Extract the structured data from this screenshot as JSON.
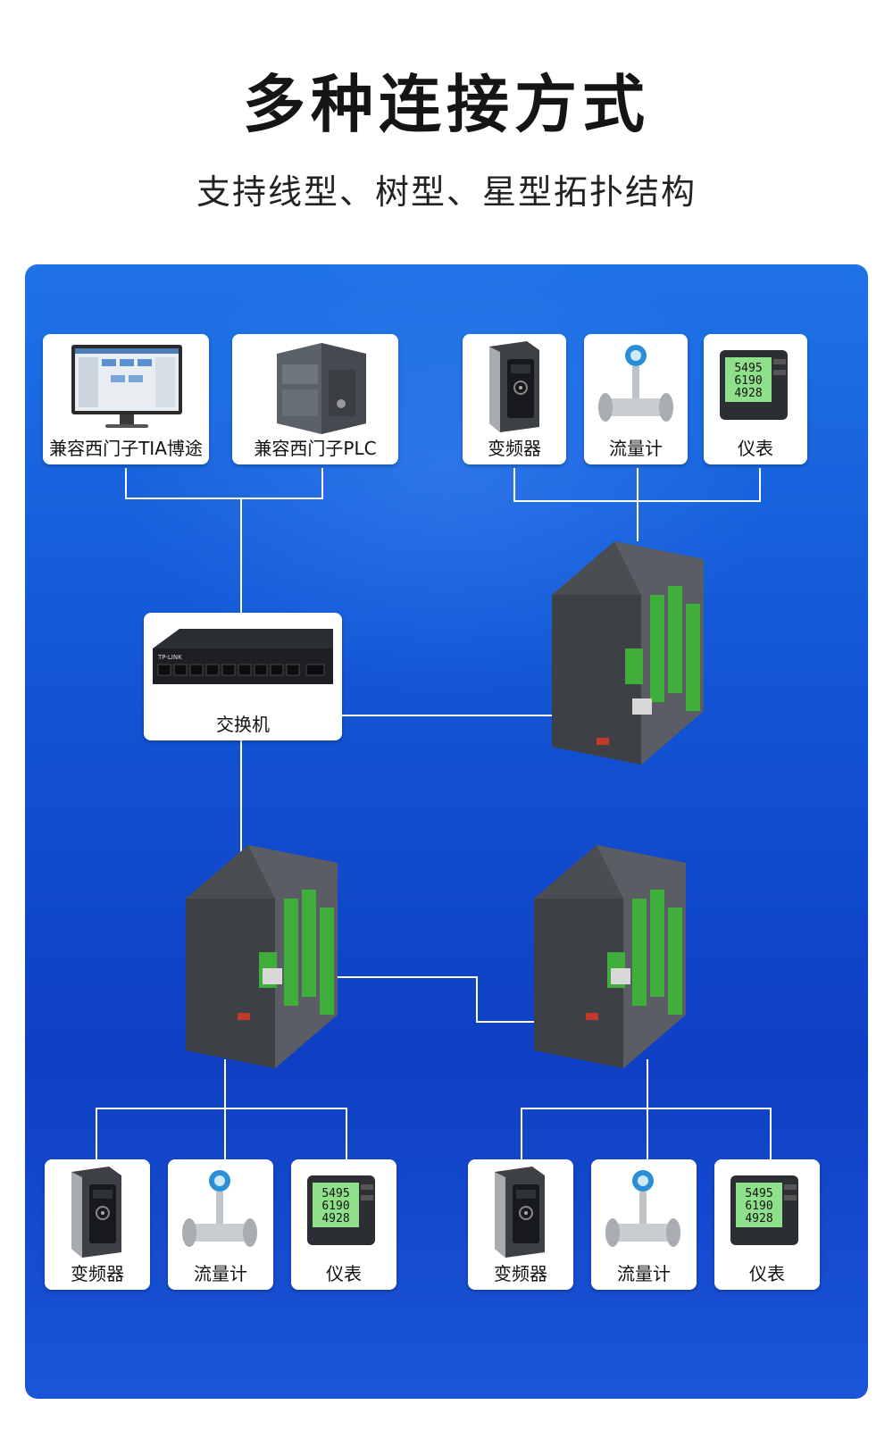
{
  "title": "多种连接方式",
  "subtitle": "支持线型、树型、星型拓扑结构",
  "top_left_cards": [
    {
      "label": "兼容西门子TIA博途",
      "icon": "monitor-icon"
    },
    {
      "label": "兼容西门子PLC",
      "icon": "plc-icon"
    }
  ],
  "top_right_cards": [
    {
      "label": "变频器",
      "icon": "inverter-icon"
    },
    {
      "label": "流量计",
      "icon": "flowmeter-icon"
    },
    {
      "label": "仪表",
      "icon": "meter-icon"
    }
  ],
  "switch_card": {
    "label": "交换机",
    "icon": "switch-icon",
    "brand": "TP-LINK"
  },
  "bottom_left_cards": [
    {
      "label": "变频器",
      "icon": "inverter-icon"
    },
    {
      "label": "流量计",
      "icon": "flowmeter-icon"
    },
    {
      "label": "仪表",
      "icon": "meter-icon"
    }
  ],
  "bottom_right_cards": [
    {
      "label": "变频器",
      "icon": "inverter-icon"
    },
    {
      "label": "流量计",
      "icon": "flowmeter-icon"
    },
    {
      "label": "仪表",
      "icon": "meter-icon"
    }
  ],
  "meter_readings": [
    "5495",
    "6190",
    "4928"
  ],
  "colors": {
    "panel": "#1356d6",
    "wire": "#ffffff",
    "terminal": "#3fae3a",
    "device": "#4a4d52"
  }
}
